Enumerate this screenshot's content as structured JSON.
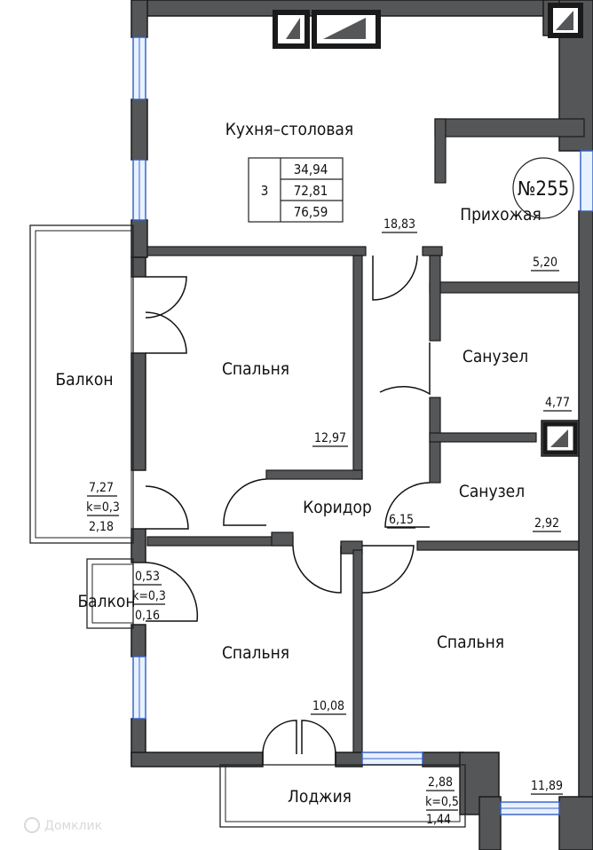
{
  "apartment": {
    "number": "№255",
    "rooms_count": "3",
    "summary_areas": [
      "34,94",
      "72,81",
      "76,59"
    ]
  },
  "rooms": {
    "kitchen": {
      "name": "Кухня–столовая",
      "area": "18,83"
    },
    "hall": {
      "name": "Прихожая",
      "area": "5,20"
    },
    "bathroom1": {
      "name": "Санузел",
      "area": "4,77"
    },
    "bathroom2": {
      "name": "Санузел",
      "area": "2,92"
    },
    "bedroom1": {
      "name": "Спальня",
      "area": "12,97"
    },
    "corridor": {
      "name": "Коридор",
      "area": "6,15"
    },
    "bedroom2": {
      "name": "Спальня",
      "area": "10,08"
    },
    "bedroom3": {
      "name": "Спальня",
      "area": "11,89"
    },
    "balcony1": {
      "name": "Балкон",
      "area": "7,27",
      "k": "k=0,3",
      "reduced": "2,18"
    },
    "balcony2": {
      "name": "Балкон",
      "area": "0,53",
      "k": "k=0,3",
      "reduced": "0,16"
    },
    "loggia": {
      "name": "Лоджия",
      "area": "2,88",
      "k": "k=0,5",
      "reduced": "1,44"
    }
  },
  "watermark": "Домклик",
  "colors": {
    "wall": "#555658",
    "window": "#3b66c6",
    "text": "#111111"
  }
}
